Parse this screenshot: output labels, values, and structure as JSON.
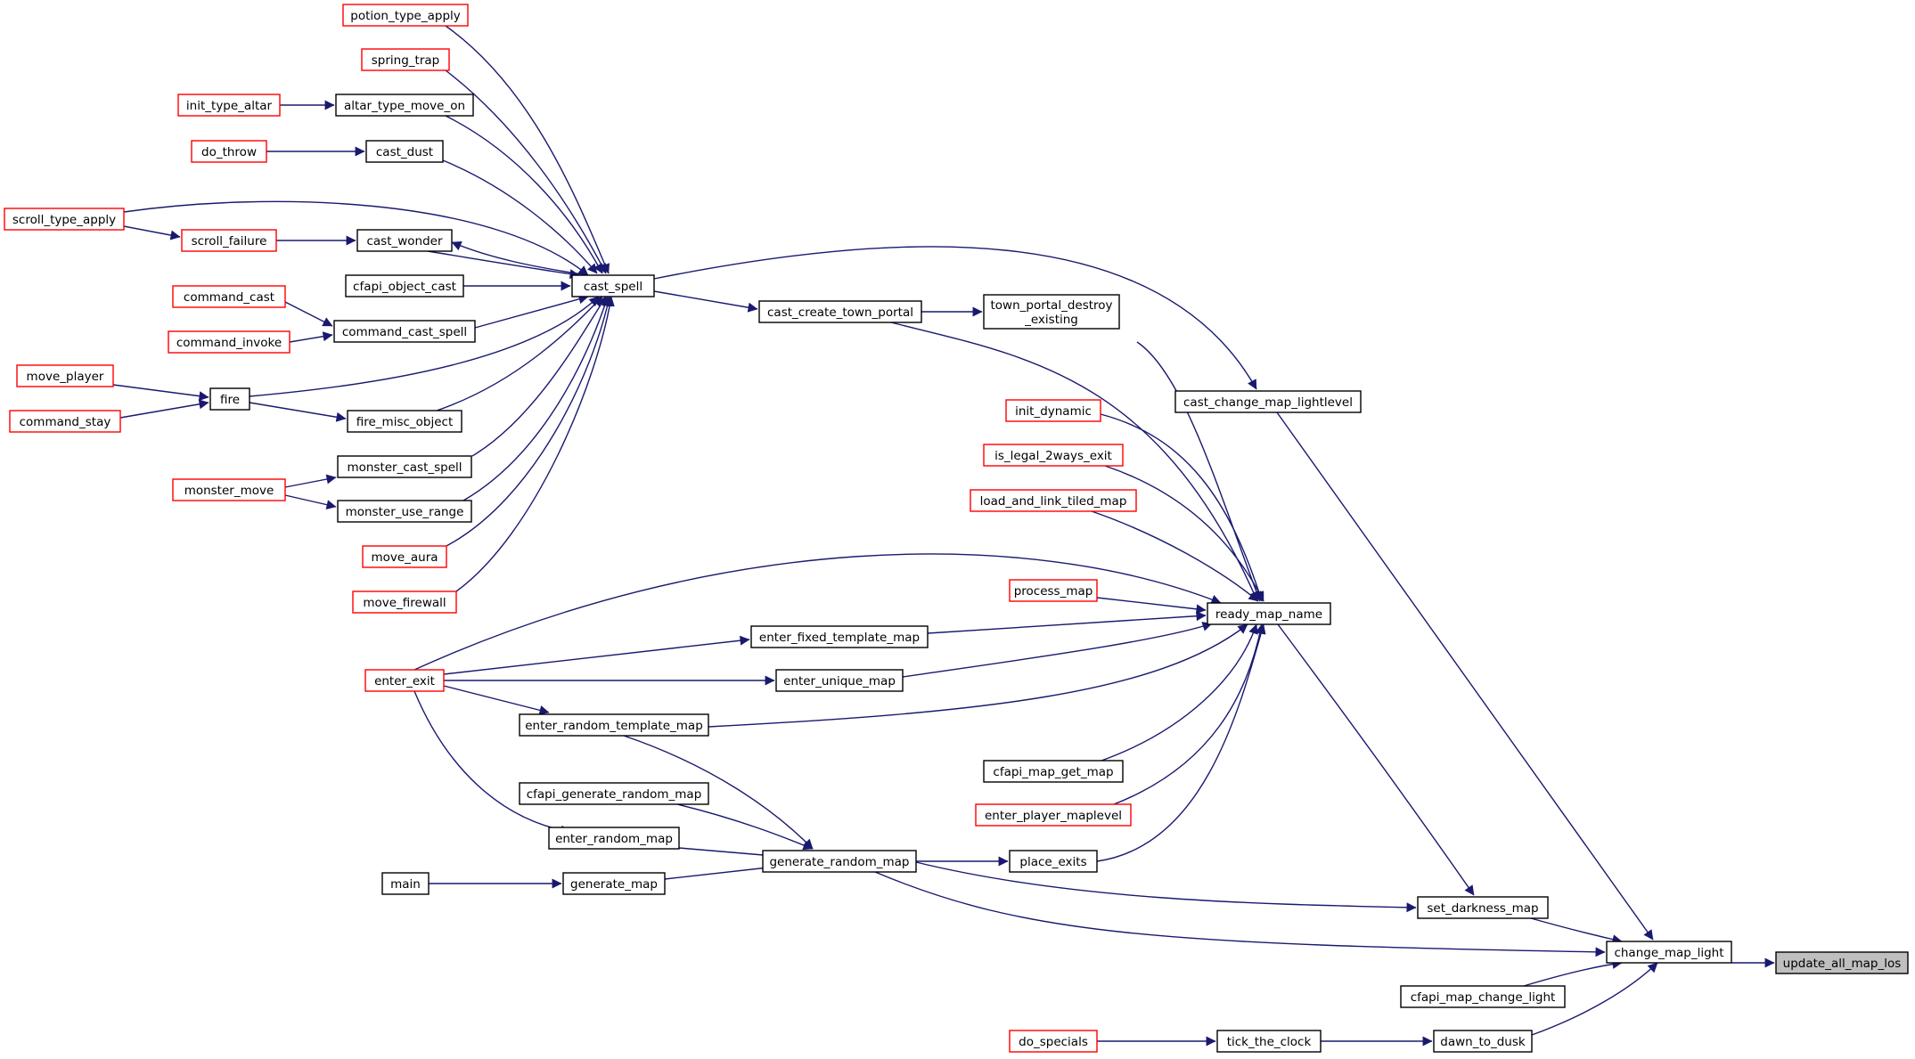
{
  "colors": {
    "edge": "#191970",
    "node_border": "#000000",
    "node_border_truncated": "#ff0000",
    "node_fill": "#ffffff",
    "focus_fill": "#bfbfbf",
    "text": "#000000"
  },
  "nodes": [
    {
      "id": "update_all_map_los",
      "label": "update_all_map_los",
      "focus": true
    },
    {
      "id": "change_map_light",
      "label": "change_map_light"
    },
    {
      "id": "set_darkness_map",
      "label": "set_darkness_map"
    },
    {
      "id": "cfapi_map_change_light",
      "label": "cfapi_map_change_light"
    },
    {
      "id": "dawn_to_dusk",
      "label": "dawn_to_dusk"
    },
    {
      "id": "tick_the_clock",
      "label": "tick_the_clock"
    },
    {
      "id": "do_specials",
      "label": "do_specials",
      "truncated": true
    },
    {
      "id": "cast_change_map_lightlevel",
      "label": "cast_change_map_lightlevel"
    },
    {
      "id": "ready_map_name",
      "label": "ready_map_name"
    },
    {
      "id": "generate_random_map",
      "label": "generate_random_map"
    },
    {
      "id": "place_exits",
      "label": "place_exits"
    },
    {
      "id": "cast_spell",
      "label": "cast_spell"
    },
    {
      "id": "cast_create_town_portal",
      "label": "cast_create_town_portal"
    },
    {
      "id": "town_portal_destroy_existing",
      "label": "town_portal_destroy\n_existing"
    },
    {
      "id": "init_dynamic",
      "label": "init_dynamic",
      "truncated": true
    },
    {
      "id": "is_legal_2ways_exit",
      "label": "is_legal_2ways_exit",
      "truncated": true
    },
    {
      "id": "load_and_link_tiled_map",
      "label": "load_and_link_tiled_map",
      "truncated": true
    },
    {
      "id": "process_map",
      "label": "process_map",
      "truncated": true
    },
    {
      "id": "enter_fixed_template_map",
      "label": "enter_fixed_template_map"
    },
    {
      "id": "enter_unique_map",
      "label": "enter_unique_map"
    },
    {
      "id": "enter_random_template_map",
      "label": "enter_random_template_map"
    },
    {
      "id": "cfapi_map_get_map",
      "label": "cfapi_map_get_map"
    },
    {
      "id": "enter_player_maplevel",
      "label": "enter_player_maplevel",
      "truncated": true
    },
    {
      "id": "enter_exit",
      "label": "enter_exit",
      "truncated": true
    },
    {
      "id": "cfapi_generate_random_map",
      "label": "cfapi_generate_random_map"
    },
    {
      "id": "enter_random_map",
      "label": "enter_random_map"
    },
    {
      "id": "generate_map",
      "label": "generate_map"
    },
    {
      "id": "main",
      "label": "main"
    },
    {
      "id": "potion_type_apply",
      "label": "potion_type_apply",
      "truncated": true
    },
    {
      "id": "spring_trap",
      "label": "spring_trap",
      "truncated": true
    },
    {
      "id": "altar_type_move_on",
      "label": "altar_type_move_on"
    },
    {
      "id": "init_type_altar",
      "label": "init_type_altar",
      "truncated": true
    },
    {
      "id": "cast_dust",
      "label": "cast_dust"
    },
    {
      "id": "do_throw",
      "label": "do_throw",
      "truncated": true
    },
    {
      "id": "scroll_type_apply",
      "label": "scroll_type_apply",
      "truncated": true
    },
    {
      "id": "scroll_failure",
      "label": "scroll_failure",
      "truncated": true
    },
    {
      "id": "cast_wonder",
      "label": "cast_wonder"
    },
    {
      "id": "cfapi_object_cast",
      "label": "cfapi_object_cast"
    },
    {
      "id": "command_cast",
      "label": "command_cast",
      "truncated": true
    },
    {
      "id": "command_cast_spell",
      "label": "command_cast_spell"
    },
    {
      "id": "command_invoke",
      "label": "command_invoke",
      "truncated": true
    },
    {
      "id": "move_player",
      "label": "move_player",
      "truncated": true
    },
    {
      "id": "command_stay",
      "label": "command_stay",
      "truncated": true
    },
    {
      "id": "fire",
      "label": "fire"
    },
    {
      "id": "fire_misc_object",
      "label": "fire_misc_object"
    },
    {
      "id": "monster_move",
      "label": "monster_move",
      "truncated": true
    },
    {
      "id": "monster_cast_spell",
      "label": "monster_cast_spell"
    },
    {
      "id": "monster_use_range",
      "label": "monster_use_range"
    },
    {
      "id": "move_aura",
      "label": "move_aura",
      "truncated": true
    },
    {
      "id": "move_firewall",
      "label": "move_firewall",
      "truncated": true
    }
  ],
  "edges": [
    {
      "from": "change_map_light",
      "to": "update_all_map_los"
    },
    {
      "from": "set_darkness_map",
      "to": "change_map_light"
    },
    {
      "from": "cfapi_map_change_light",
      "to": "change_map_light"
    },
    {
      "from": "dawn_to_dusk",
      "to": "change_map_light"
    },
    {
      "from": "cast_change_map_lightlevel",
      "to": "change_map_light"
    },
    {
      "from": "generate_random_map",
      "to": "change_map_light"
    },
    {
      "from": "tick_the_clock",
      "to": "dawn_to_dusk"
    },
    {
      "from": "do_specials",
      "to": "tick_the_clock"
    },
    {
      "from": "ready_map_name",
      "to": "set_darkness_map"
    },
    {
      "from": "generate_random_map",
      "to": "set_darkness_map"
    },
    {
      "from": "cast_spell",
      "to": "cast_change_map_lightlevel"
    },
    {
      "from": "cast_create_town_portal",
      "to": "ready_map_name"
    },
    {
      "from": "town_portal_destroy_existing",
      "to": "ready_map_name"
    },
    {
      "from": "init_dynamic",
      "to": "ready_map_name"
    },
    {
      "from": "is_legal_2ways_exit",
      "to": "ready_map_name"
    },
    {
      "from": "load_and_link_tiled_map",
      "to": "ready_map_name"
    },
    {
      "from": "process_map",
      "to": "ready_map_name"
    },
    {
      "from": "enter_fixed_template_map",
      "to": "ready_map_name"
    },
    {
      "from": "enter_unique_map",
      "to": "ready_map_name"
    },
    {
      "from": "enter_random_template_map",
      "to": "ready_map_name"
    },
    {
      "from": "enter_exit",
      "to": "ready_map_name"
    },
    {
      "from": "cfapi_map_get_map",
      "to": "ready_map_name"
    },
    {
      "from": "enter_player_maplevel",
      "to": "ready_map_name"
    },
    {
      "from": "place_exits",
      "to": "ready_map_name"
    },
    {
      "from": "generate_random_map",
      "to": "place_exits"
    },
    {
      "from": "cast_spell",
      "to": "cast_create_town_portal"
    },
    {
      "from": "cast_create_town_portal",
      "to": "town_portal_destroy_existing"
    },
    {
      "from": "enter_exit",
      "to": "enter_fixed_template_map"
    },
    {
      "from": "enter_exit",
      "to": "enter_unique_map"
    },
    {
      "from": "enter_exit",
      "to": "enter_random_template_map"
    },
    {
      "from": "enter_exit",
      "to": "enter_random_map"
    },
    {
      "from": "enter_random_template_map",
      "to": "generate_random_map"
    },
    {
      "from": "cfapi_generate_random_map",
      "to": "generate_random_map"
    },
    {
      "from": "enter_random_map",
      "to": "generate_random_map"
    },
    {
      "from": "generate_map",
      "to": "generate_random_map"
    },
    {
      "from": "main",
      "to": "generate_map"
    },
    {
      "from": "potion_type_apply",
      "to": "cast_spell"
    },
    {
      "from": "spring_trap",
      "to": "cast_spell"
    },
    {
      "from": "altar_type_move_on",
      "to": "cast_spell"
    },
    {
      "from": "init_type_altar",
      "to": "altar_type_move_on"
    },
    {
      "from": "cast_dust",
      "to": "cast_spell"
    },
    {
      "from": "do_throw",
      "to": "cast_dust"
    },
    {
      "from": "scroll_type_apply",
      "to": "cast_spell"
    },
    {
      "from": "scroll_type_apply",
      "to": "scroll_failure"
    },
    {
      "from": "scroll_failure",
      "to": "cast_wonder"
    },
    {
      "from": "cast_wonder",
      "to": "cast_spell"
    },
    {
      "from": "cast_spell",
      "to": "cast_wonder"
    },
    {
      "from": "cfapi_object_cast",
      "to": "cast_spell"
    },
    {
      "from": "command_cast",
      "to": "command_cast_spell"
    },
    {
      "from": "command_invoke",
      "to": "command_cast_spell"
    },
    {
      "from": "command_cast_spell",
      "to": "cast_spell"
    },
    {
      "from": "move_player",
      "to": "fire"
    },
    {
      "from": "command_stay",
      "to": "fire"
    },
    {
      "from": "fire",
      "to": "cast_spell"
    },
    {
      "from": "fire",
      "to": "fire_misc_object"
    },
    {
      "from": "fire_misc_object",
      "to": "cast_spell"
    },
    {
      "from": "monster_move",
      "to": "monster_cast_spell"
    },
    {
      "from": "monster_move",
      "to": "monster_use_range"
    },
    {
      "from": "monster_cast_spell",
      "to": "cast_spell"
    },
    {
      "from": "monster_use_range",
      "to": "cast_spell"
    },
    {
      "from": "move_aura",
      "to": "cast_spell"
    },
    {
      "from": "move_firewall",
      "to": "cast_spell"
    }
  ]
}
